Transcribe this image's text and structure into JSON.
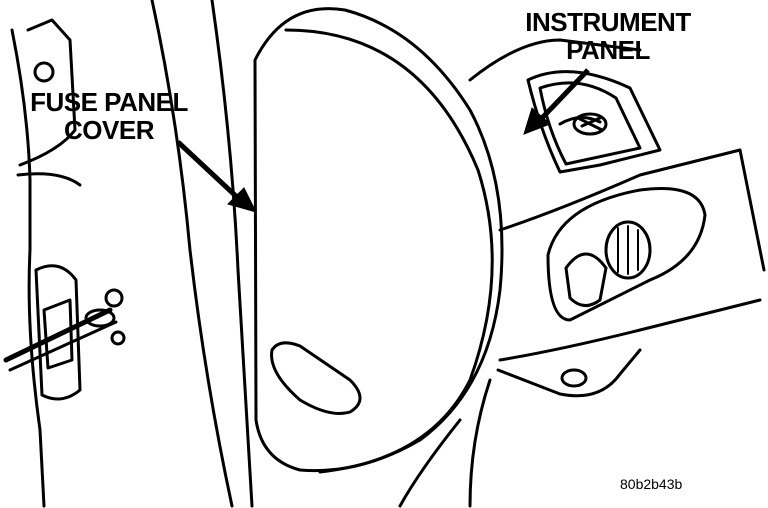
{
  "labels": {
    "fuse_panel_cover": [
      "FUSE PANEL",
      "COVER"
    ],
    "instrument_panel": [
      "INSTRUMENT",
      "PANEL"
    ]
  },
  "figure_id": "80b2b43b"
}
